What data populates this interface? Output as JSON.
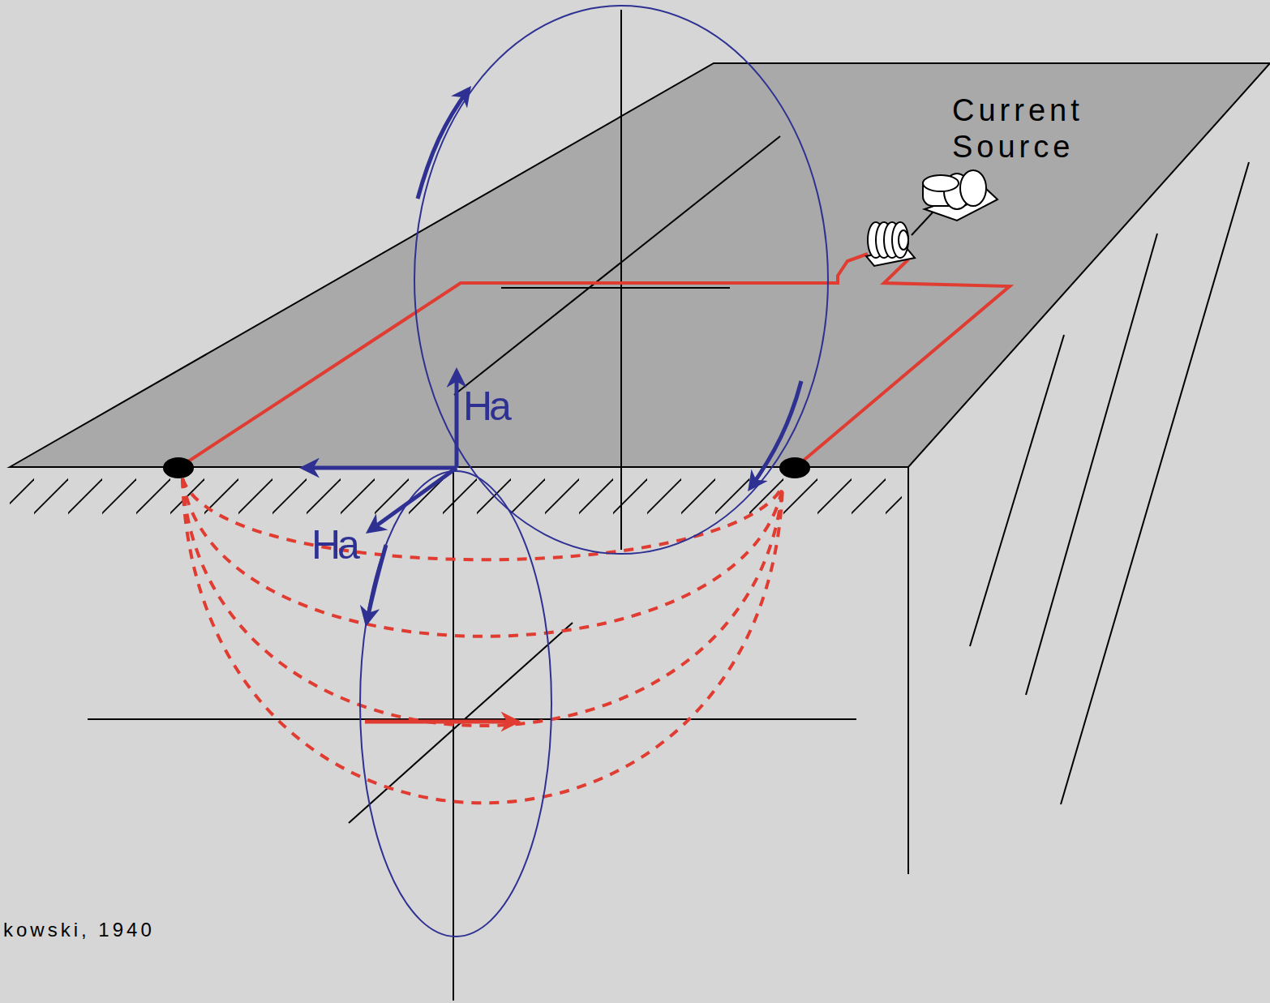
{
  "diagram": {
    "labels": [
      "Current Source",
      "Ha",
      "Ha",
      "kowski, 1940"
    ]
  }
}
